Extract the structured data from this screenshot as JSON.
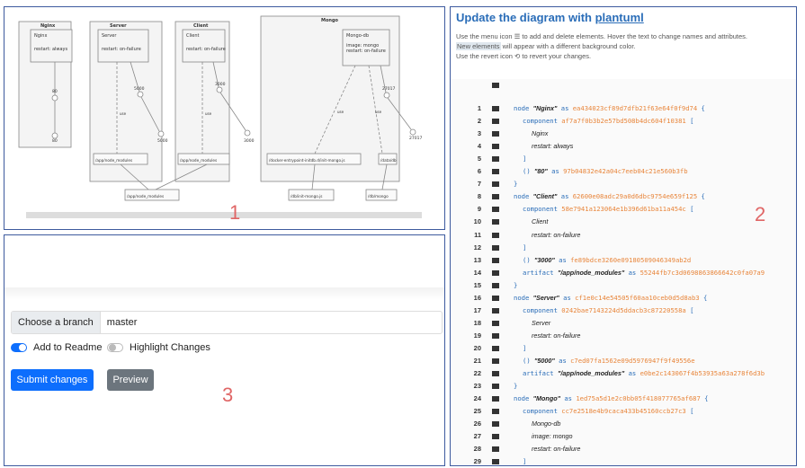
{
  "panel_numbers": {
    "one": "1",
    "two": "2",
    "three": "3"
  },
  "diagram": {
    "nodes": [
      {
        "title": "Nginx",
        "component": "Nginx",
        "attrs": "restart: always"
      },
      {
        "title": "Server",
        "component": "Server",
        "attrs": "restart: on-failure"
      },
      {
        "title": "Client",
        "component": "Client",
        "attrs": "restart: on-failure"
      },
      {
        "title": "Mongo",
        "component": "Mongo-db",
        "attrs": "image: mongo\nrestart: on-failure"
      }
    ],
    "ports": [
      "80",
      "80",
      "5000",
      "5000",
      "3000",
      "3000",
      "27017",
      "27017"
    ],
    "use_labels": [
      "use",
      "use",
      "use",
      "use"
    ],
    "artifacts": [
      "/app/node_modules",
      "/app/node_modules",
      "/docker-entrypoint-initdb.d/init-mongo.js",
      "/data/db",
      "/app/node_modules",
      "/db/init-mongo.js",
      "/db/mongo"
    ]
  },
  "editor": {
    "title_prefix": "Update the diagram with ",
    "title_link": "plantuml",
    "help1": "Use the menu icon ☰ to add and delete elements. Hover the text to change names and attributes.",
    "help2_highlight": "New elements",
    "help2_rest": " will appear with a different background color.",
    "help3": "Use the revert icon ⟲ to revert your changes.",
    "lines": [
      {
        "n": "1",
        "indent": 0,
        "parts": [
          [
            "kw",
            "node "
          ],
          [
            "str",
            "\"Nginx\""
          ],
          [
            "kw",
            " as "
          ],
          [
            "hash",
            "ea434023cf89d7dfb21f63e64f0f9d74"
          ],
          [
            "brace",
            " {"
          ]
        ]
      },
      {
        "n": "2",
        "indent": 1,
        "parts": [
          [
            "kw",
            "component "
          ],
          [
            "hash",
            "af7a7f0b3b2e57bd508b4dc604f10381"
          ],
          [
            "brace",
            " ["
          ]
        ]
      },
      {
        "n": "3",
        "indent": 2,
        "parts": [
          [
            "plain",
            "Nginx"
          ]
        ]
      },
      {
        "n": "4",
        "indent": 2,
        "parts": [
          [
            "plain",
            "restart: "
          ],
          [
            "plain",
            "always"
          ]
        ]
      },
      {
        "n": "5",
        "indent": 1,
        "parts": [
          [
            "brace",
            "]"
          ]
        ]
      },
      {
        "n": "6",
        "indent": 1,
        "parts": [
          [
            "kw",
            "() "
          ],
          [
            "str",
            "\"80\""
          ],
          [
            "kw",
            " as "
          ],
          [
            "hash",
            "97b04832e42a04c7eeb04c21e560b3fb"
          ]
        ]
      },
      {
        "n": "7",
        "indent": 0,
        "parts": [
          [
            "brace",
            "}"
          ]
        ]
      },
      {
        "n": "8",
        "indent": 0,
        "parts": [
          [
            "kw",
            "node "
          ],
          [
            "str",
            "\"Client\""
          ],
          [
            "kw",
            " as "
          ],
          [
            "hash",
            "62600e08adc29a0d6dbc9754e659f125"
          ],
          [
            "brace",
            " {"
          ]
        ]
      },
      {
        "n": "9",
        "indent": 1,
        "parts": [
          [
            "kw",
            "component "
          ],
          [
            "hash",
            "58e7941a123064e1b396d61ba11a454c"
          ],
          [
            "brace",
            " ["
          ]
        ]
      },
      {
        "n": "10",
        "indent": 2,
        "parts": [
          [
            "plain",
            "Client"
          ]
        ]
      },
      {
        "n": "11",
        "indent": 2,
        "parts": [
          [
            "plain",
            "restart: "
          ],
          [
            "plain",
            "on-failure"
          ]
        ]
      },
      {
        "n": "12",
        "indent": 1,
        "parts": [
          [
            "brace",
            "]"
          ]
        ]
      },
      {
        "n": "13",
        "indent": 1,
        "parts": [
          [
            "kw",
            "() "
          ],
          [
            "str",
            "\"3000\""
          ],
          [
            "kw",
            " as "
          ],
          [
            "hash",
            "fe89bdce3260e09180509046349ab2d"
          ]
        ]
      },
      {
        "n": "14",
        "indent": 1,
        "parts": [
          [
            "kw",
            "artifact "
          ],
          [
            "str",
            "\"/app/node_modules\""
          ],
          [
            "kw",
            " as "
          ],
          [
            "hash",
            "55244fb7c3d0698863866642c0fa07a9"
          ]
        ]
      },
      {
        "n": "15",
        "indent": 0,
        "parts": [
          [
            "brace",
            "}"
          ]
        ]
      },
      {
        "n": "16",
        "indent": 0,
        "parts": [
          [
            "kw",
            "node "
          ],
          [
            "str",
            "\"Server\""
          ],
          [
            "kw",
            " as "
          ],
          [
            "hash",
            "cf1e0c14e54505f60aa10ceb0d5d8ab3"
          ],
          [
            "brace",
            " {"
          ]
        ]
      },
      {
        "n": "17",
        "indent": 1,
        "parts": [
          [
            "kw",
            "component "
          ],
          [
            "hash",
            "0242bae7143224d5ddacb3c87220558a"
          ],
          [
            "brace",
            " ["
          ]
        ]
      },
      {
        "n": "18",
        "indent": 2,
        "parts": [
          [
            "plain",
            "Server"
          ]
        ]
      },
      {
        "n": "19",
        "indent": 2,
        "parts": [
          [
            "plain",
            "restart: "
          ],
          [
            "plain",
            "on-failure"
          ]
        ]
      },
      {
        "n": "20",
        "indent": 1,
        "parts": [
          [
            "brace",
            "]"
          ]
        ]
      },
      {
        "n": "21",
        "indent": 1,
        "parts": [
          [
            "kw",
            "() "
          ],
          [
            "str",
            "\"5000\""
          ],
          [
            "kw",
            " as "
          ],
          [
            "hash",
            "c7ed07fa1562e09d5976947f9f49556e"
          ]
        ]
      },
      {
        "n": "22",
        "indent": 1,
        "parts": [
          [
            "kw",
            "artifact "
          ],
          [
            "str",
            "\"/app/node_modules\""
          ],
          [
            "kw",
            " as "
          ],
          [
            "hash",
            "e0be2c143067f4b53935a63a278f6d3b"
          ]
        ]
      },
      {
        "n": "23",
        "indent": 0,
        "parts": [
          [
            "brace",
            "}"
          ]
        ]
      },
      {
        "n": "24",
        "indent": 0,
        "parts": [
          [
            "kw",
            "node "
          ],
          [
            "str",
            "\"Mongo\""
          ],
          [
            "kw",
            " as "
          ],
          [
            "hash",
            "1ed75a5d1e2c0bb05f418077765af687"
          ],
          [
            "brace",
            " {"
          ]
        ]
      },
      {
        "n": "25",
        "indent": 1,
        "parts": [
          [
            "kw",
            "component "
          ],
          [
            "hash",
            "cc7e2518e4b9caca433b45160ccb27c3"
          ],
          [
            "brace",
            " ["
          ]
        ]
      },
      {
        "n": "26",
        "indent": 2,
        "parts": [
          [
            "plain",
            "Mongo-db"
          ]
        ]
      },
      {
        "n": "27",
        "indent": 2,
        "parts": [
          [
            "plain",
            "image: "
          ],
          [
            "plain",
            "mongo"
          ]
        ]
      },
      {
        "n": "28",
        "indent": 2,
        "parts": [
          [
            "plain",
            "restart: "
          ],
          [
            "plain",
            "on-failure"
          ]
        ]
      },
      {
        "n": "29",
        "indent": 1,
        "parts": [
          [
            "brace",
            "]"
          ]
        ]
      }
    ]
  },
  "form": {
    "branch_label": "Choose a branch",
    "branch_value": "master",
    "toggle_readme": "Add to Readme",
    "toggle_highlight": "Highlight Changes",
    "readme_on": true,
    "highlight_on": false,
    "submit_label": "Submit changes",
    "preview_label": "Preview"
  },
  "colors": {
    "accent": "#0d6efd",
    "secondary": "#6c757d",
    "panel_border": "#3d5a9e",
    "annotation": "#e06666",
    "hash": "#e8853a",
    "keyword": "#2a6db8"
  }
}
